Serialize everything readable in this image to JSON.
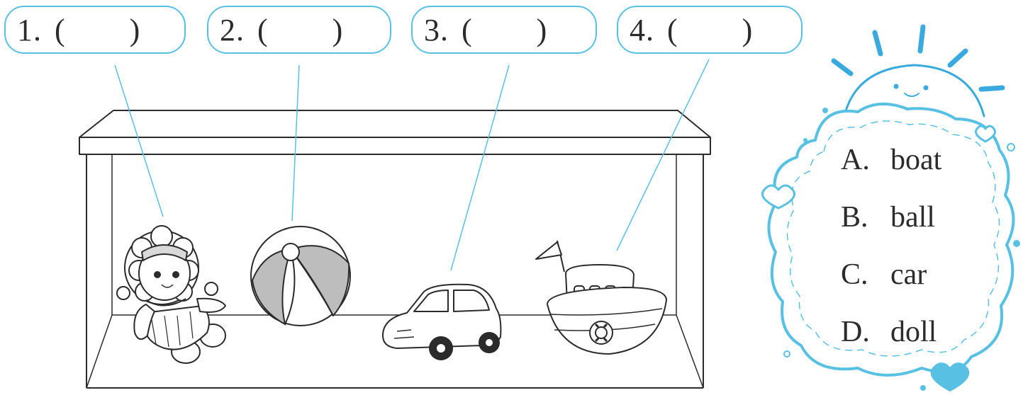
{
  "answer_boxes": [
    {
      "number": "1.",
      "open": "(",
      "close": ")"
    },
    {
      "number": "2.",
      "open": "(",
      "close": ")"
    },
    {
      "number": "3.",
      "open": "(",
      "close": ")"
    },
    {
      "number": "4.",
      "open": "(",
      "close": ")"
    }
  ],
  "options": [
    {
      "letter": "A.",
      "word": "boat"
    },
    {
      "letter": "B.",
      "word": "ball"
    },
    {
      "letter": "C.",
      "word": "car"
    },
    {
      "letter": "D.",
      "word": "doll"
    }
  ],
  "toys": [
    "doll",
    "ball",
    "car",
    "boat"
  ],
  "colors": {
    "accent": "#58c1e3",
    "line": "#2b2b2b",
    "sun_stroke": "#3aa9dd"
  }
}
